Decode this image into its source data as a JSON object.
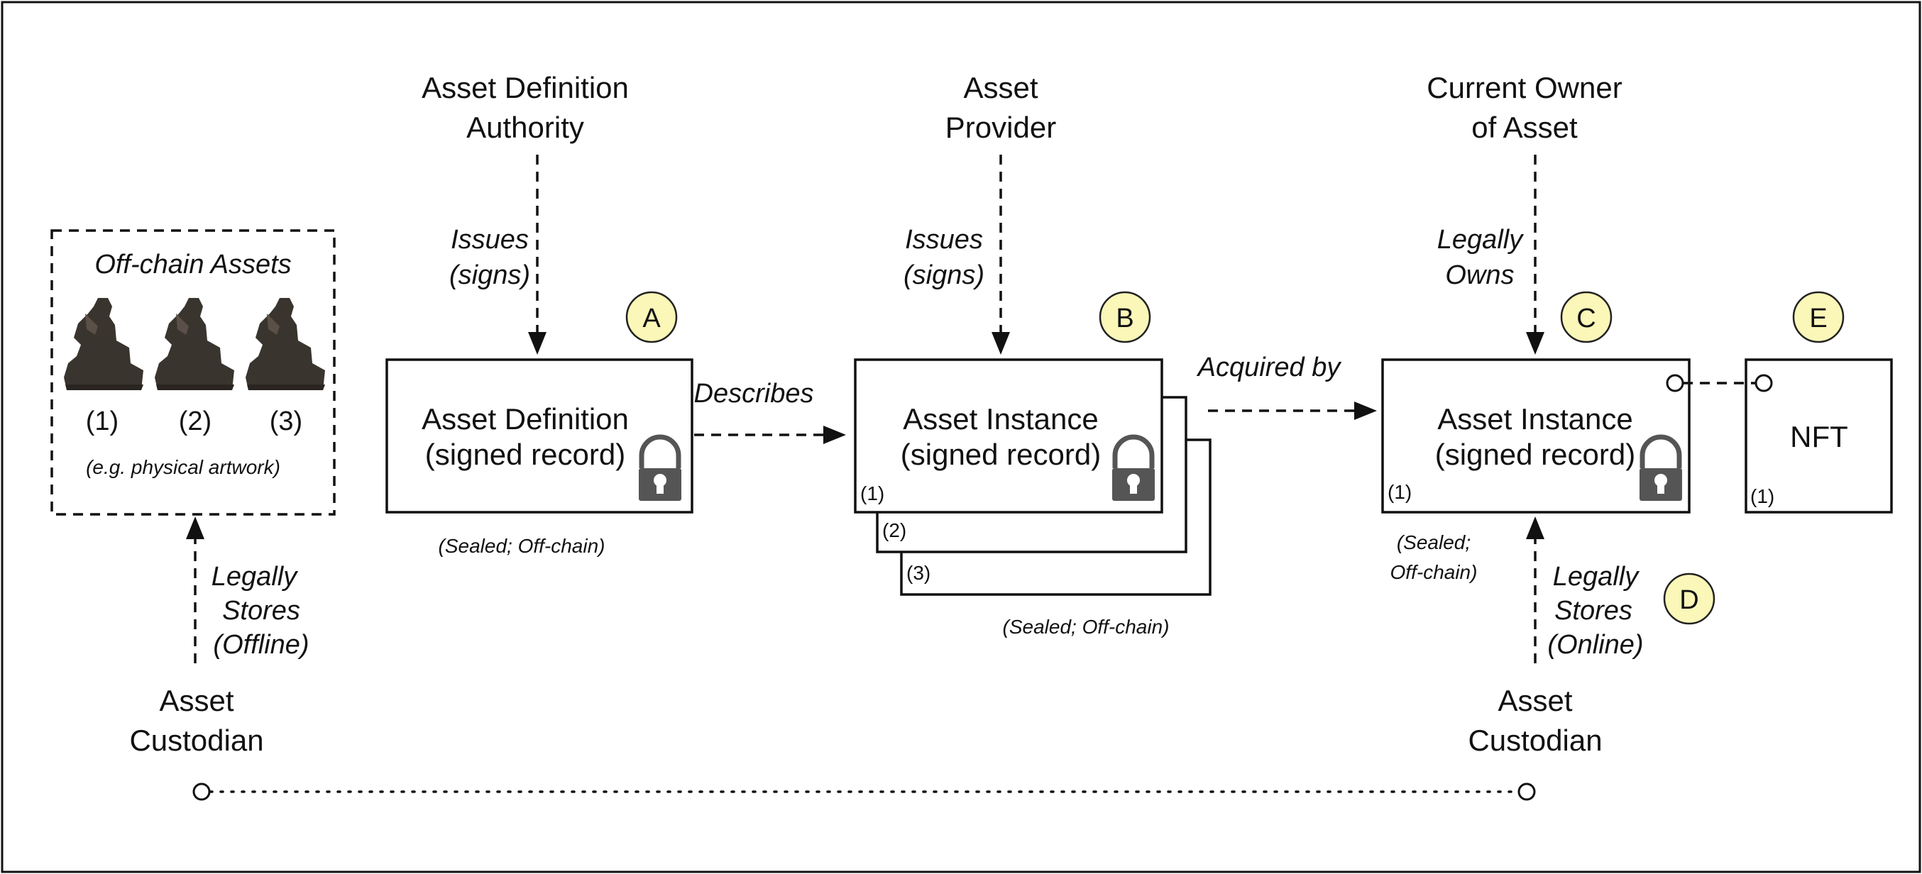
{
  "diagram": {
    "actors": {
      "definition_authority": [
        "Asset Definition",
        "Authority"
      ],
      "asset_provider": [
        "Asset",
        "Provider"
      ],
      "current_owner": [
        "Current Owner",
        "of Asset"
      ],
      "custodian_left": [
        "Asset",
        "Custodian"
      ],
      "custodian_right": [
        "Asset",
        "Custodian"
      ]
    },
    "offchain_assets": {
      "title": "Off-chain Assets",
      "items": [
        "(1)",
        "(2)",
        "(3)"
      ],
      "caption": "(e.g. physical artwork)"
    },
    "boxes": {
      "asset_definition": {
        "line1": "Asset Definition",
        "line2": "(signed record)",
        "note": "(Sealed; Off-chain)"
      },
      "asset_instance_b": {
        "line1": "Asset Instance",
        "line2": "(signed record)",
        "stack_labels": [
          "(1)",
          "(2)",
          "(3)"
        ],
        "note": "(Sealed; Off-chain)"
      },
      "asset_instance_c": {
        "line1": "Asset Instance",
        "line2": "(signed record)",
        "index": "(1)",
        "note_line1": "(Sealed;",
        "note_line2": "Off-chain)"
      },
      "nft": {
        "label": "NFT",
        "index": "(1)"
      }
    },
    "edges": {
      "issues_a": [
        "Issues",
        "(signs)"
      ],
      "issues_b": [
        "Issues",
        "(signs)"
      ],
      "legally_owns": [
        "Legally",
        "Owns"
      ],
      "describes": "Describes",
      "acquired_by": "Acquired by",
      "stores_offline": [
        "Legally",
        "Stores",
        "(Offline)"
      ],
      "stores_online": [
        "Legally",
        "Stores",
        "(Online)"
      ]
    },
    "badges": [
      "A",
      "B",
      "C",
      "D",
      "E"
    ],
    "colors": {
      "badge_fill": "#fbf7b8",
      "lock": "#555555",
      "statue": "#3a342e"
    }
  }
}
